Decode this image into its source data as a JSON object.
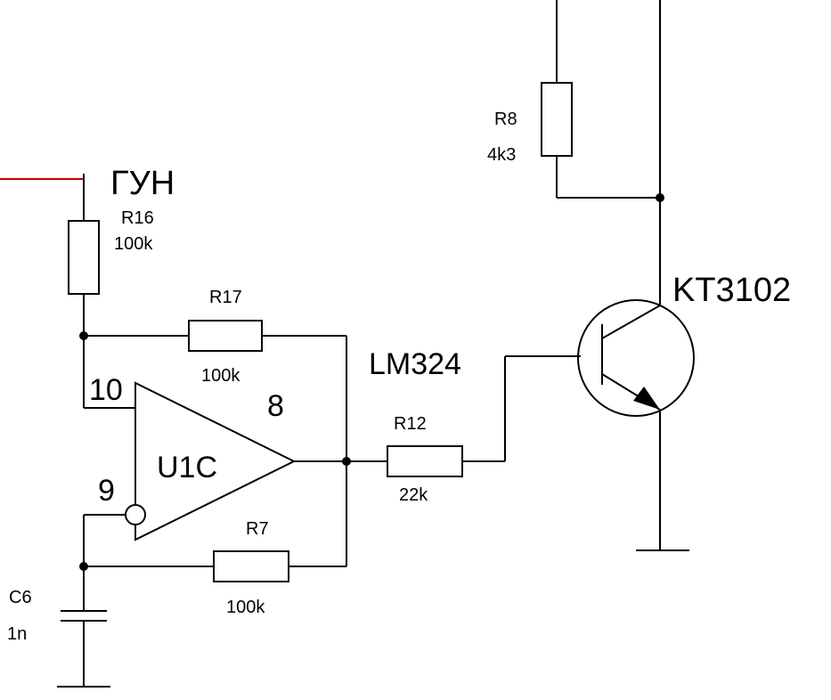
{
  "colors": {
    "wire": "#000000",
    "net_in": "#c00000",
    "background": "#ffffff"
  },
  "net_label": "ГУН",
  "components": {
    "r16": {
      "ref": "R16",
      "value": "100k"
    },
    "r17": {
      "ref": "R17",
      "value": "100k"
    },
    "r7": {
      "ref": "R7",
      "value": "100k"
    },
    "r12": {
      "ref": "R12",
      "value": "22k"
    },
    "r8": {
      "ref": "R8",
      "value": "4k3"
    },
    "c6": {
      "ref": "C6",
      "value": "1n"
    },
    "opamp": {
      "ref": "U1C",
      "part": "LM324",
      "pin_in_plus": "10",
      "pin_in_minus": "9",
      "pin_out": "8"
    },
    "transistor": {
      "part": "KT3102"
    }
  }
}
